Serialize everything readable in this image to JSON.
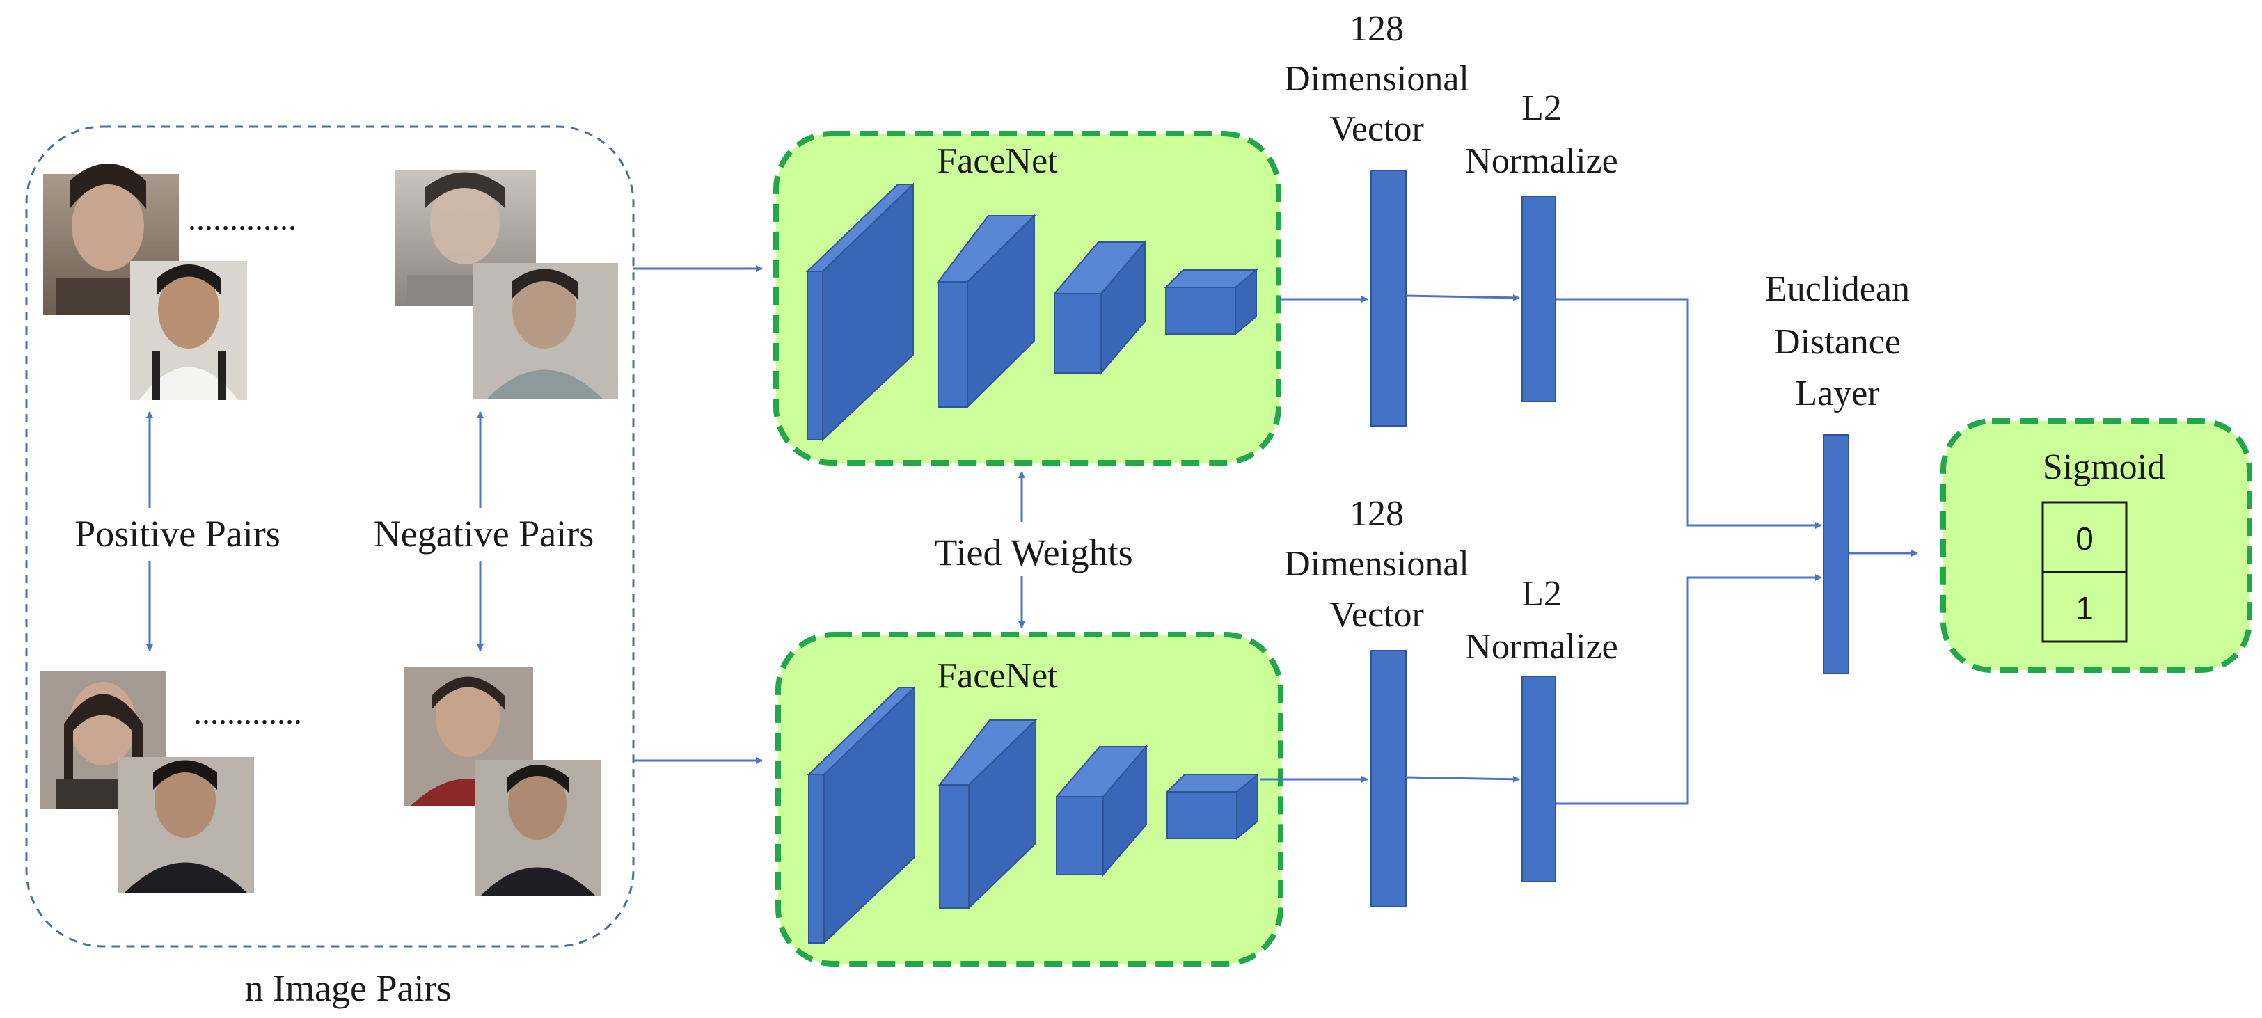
{
  "colors": {
    "accent": "#4472c4",
    "box_fill": "#ccff99",
    "box_border": "#22a84a",
    "arrow": "#4a76c4"
  },
  "input": {
    "caption": "n Image Pairs",
    "positive_label": "Positive Pairs",
    "negative_label": "Negative Pairs",
    "ellipsis_top": ".............",
    "ellipsis_bottom": "............."
  },
  "network_top": {
    "title": "FaceNet"
  },
  "network_bottom": {
    "title": "FaceNet"
  },
  "tied_weights_label": "Tied Weights",
  "embedding_top": {
    "line1": "128",
    "line2": "Dimensional",
    "line3": "Vector"
  },
  "embedding_bottom": {
    "line1": "128",
    "line2": "Dimensional",
    "line3": "Vector"
  },
  "normalize_top": {
    "line1": "L2",
    "line2": "Normalize"
  },
  "normalize_bottom": {
    "line1": "L2",
    "line2": "Normalize"
  },
  "distance_layer": {
    "line1": "Euclidean",
    "line2": "Distance",
    "line3": "Layer"
  },
  "output": {
    "title": "Sigmoid",
    "values": [
      "0",
      "1"
    ]
  }
}
